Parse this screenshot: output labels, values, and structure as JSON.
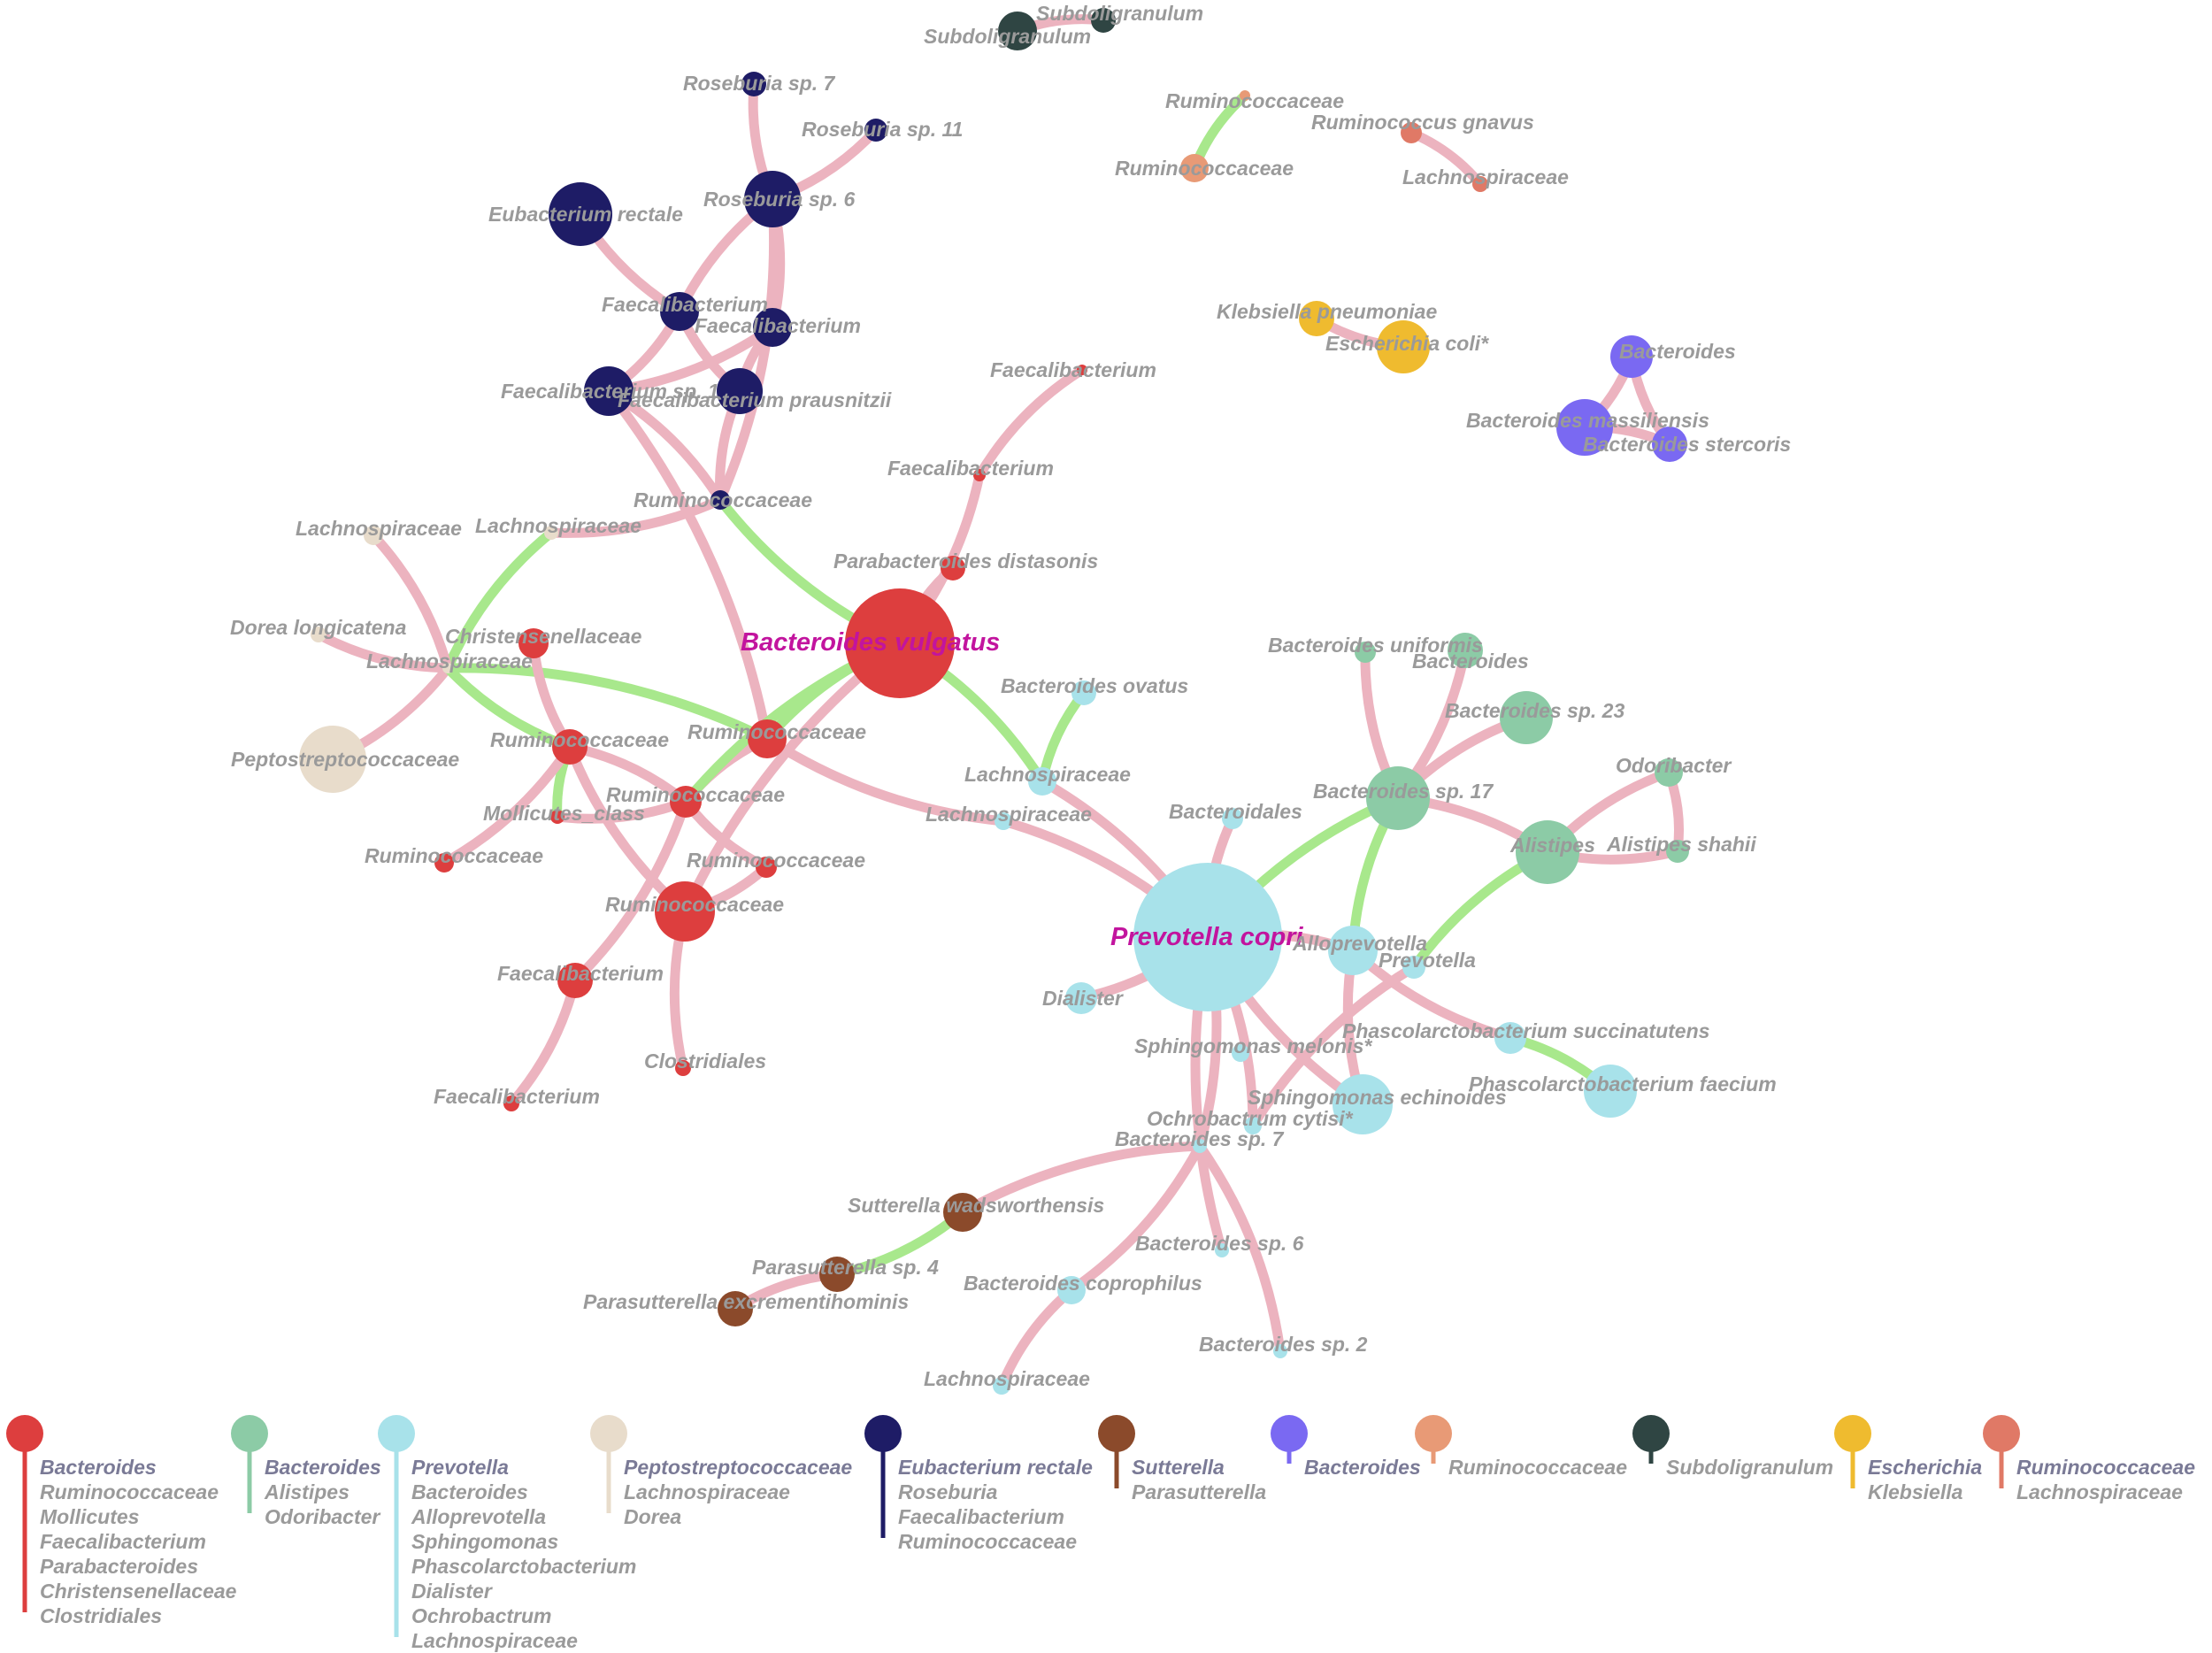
{
  "colors": {
    "red": "#dd3e3e",
    "green": "#8ccba6",
    "cyan": "#a8e2ea",
    "beige": "#e8dccb",
    "navy": "#1e1c66",
    "brown": "#8b4a2b",
    "purple": "#7a69f2",
    "salmon": "#e89a76",
    "darkslate": "#2f4543",
    "yellow": "#efbb2f",
    "coral": "#e07966",
    "edge_pink": "#ecb3bf",
    "edge_green": "#a8e88c",
    "hub_label": "#c2149e"
  },
  "nodes": [
    {
      "id": "bv",
      "label": "Bacteroides vulgatus",
      "group": "red",
      "hub": true
    },
    {
      "id": "pc",
      "label": "Prevotella copri",
      "group": "cyan",
      "hub": true
    },
    {
      "id": "sub1",
      "label": "Subdoligranulum",
      "group": "darkslate"
    },
    {
      "id": "sub2",
      "label": "Subdoligranulum",
      "group": "darkslate"
    },
    {
      "id": "ros7",
      "label": "Roseburia sp. 7",
      "group": "navy"
    },
    {
      "id": "ros11",
      "label": "Roseburia sp. 11",
      "group": "navy"
    },
    {
      "id": "ros6",
      "label": "Roseburia sp. 6",
      "group": "navy"
    },
    {
      "id": "eubrec",
      "label": "Eubacterium rectale",
      "group": "navy"
    },
    {
      "id": "faec_n1",
      "label": "Faecalibacterium",
      "group": "navy"
    },
    {
      "id": "faec_n2",
      "label": "Faecalibacterium",
      "group": "navy"
    },
    {
      "id": "faecsp1",
      "label": "Faecalibacterium sp. 1",
      "group": "navy"
    },
    {
      "id": "fprau",
      "label": "Faecalibacterium prausnitzii",
      "group": "navy"
    },
    {
      "id": "rum_n",
      "label": "Ruminococcaceae",
      "group": "navy"
    },
    {
      "id": "rum_s1",
      "label": "Ruminococcaceae",
      "group": "salmon"
    },
    {
      "id": "rum_s2",
      "label": "Ruminococcaceae",
      "group": "salmon"
    },
    {
      "id": "rgnavus",
      "label": "Ruminococcus gnavus",
      "group": "coral"
    },
    {
      "id": "lach_c",
      "label": "Lachnospiraceae",
      "group": "coral"
    },
    {
      "id": "kpneu",
      "label": "Klebsiella pneumoniae",
      "group": "yellow"
    },
    {
      "id": "ecoli",
      "label": "Escherichia coli*",
      "group": "yellow"
    },
    {
      "id": "bac_p",
      "label": "Bacteroides",
      "group": "purple"
    },
    {
      "id": "bmass",
      "label": "Bacteroides massiliensis",
      "group": "purple"
    },
    {
      "id": "bster",
      "label": "Bacteroides stercoris",
      "group": "purple"
    },
    {
      "id": "faec_r1",
      "label": "Faecalibacterium",
      "group": "red"
    },
    {
      "id": "faec_r2",
      "label": "Faecalibacterium",
      "group": "red"
    },
    {
      "id": "pdist",
      "label": "Parabacteroides distasonis",
      "group": "red"
    },
    {
      "id": "lach_b1",
      "label": "Lachnospiraceae",
      "group": "beige"
    },
    {
      "id": "lach_b2",
      "label": "Lachnospiraceae",
      "group": "beige"
    },
    {
      "id": "dorea",
      "label": "Dorea longicatena",
      "group": "beige"
    },
    {
      "id": "christ",
      "label": "Christensenellaceae",
      "group": "red"
    },
    {
      "id": "lach_b3",
      "label": "Lachnospiraceae",
      "group": "beige"
    },
    {
      "id": "pepto",
      "label": "Peptostreptococcaceae",
      "group": "beige"
    },
    {
      "id": "rum_r1",
      "label": "Ruminococcaceae",
      "group": "red"
    },
    {
      "id": "rum_r2",
      "label": "Ruminococcaceae",
      "group": "red"
    },
    {
      "id": "rum_r3",
      "label": "Ruminococcaceae",
      "group": "red"
    },
    {
      "id": "moll",
      "label": "Mollicutes_class",
      "group": "red"
    },
    {
      "id": "rum_r4",
      "label": "Ruminococcaceae",
      "group": "red"
    },
    {
      "id": "rum_r5",
      "label": "Ruminococcaceae",
      "group": "red"
    },
    {
      "id": "rum_r6",
      "label": "Ruminococcaceae",
      "group": "red"
    },
    {
      "id": "faec_r3",
      "label": "Faecalibacterium",
      "group": "red"
    },
    {
      "id": "clostr",
      "label": "Clostridiales",
      "group": "red"
    },
    {
      "id": "faec_r4",
      "label": "Faecalibacterium",
      "group": "red"
    },
    {
      "id": "bovat",
      "label": "Bacteroides ovatus",
      "group": "cyan"
    },
    {
      "id": "lach_cy1",
      "label": "Lachnospiraceae",
      "group": "cyan"
    },
    {
      "id": "lach_cy2",
      "label": "Lachnospiraceae",
      "group": "cyan"
    },
    {
      "id": "bacles",
      "label": "Bacteroidales",
      "group": "cyan"
    },
    {
      "id": "bunif",
      "label": "Bacteroides uniformis",
      "group": "green"
    },
    {
      "id": "bac_g",
      "label": "Bacteroides",
      "group": "green"
    },
    {
      "id": "bsp23",
      "label": "Bacteroides sp. 23",
      "group": "green"
    },
    {
      "id": "bsp17",
      "label": "Bacteroides sp. 17",
      "group": "green"
    },
    {
      "id": "odori",
      "label": "Odoribacter",
      "group": "green"
    },
    {
      "id": "alist",
      "label": "Alistipes",
      "group": "green"
    },
    {
      "id": "ashahii",
      "label": "Alistipes shahii",
      "group": "green"
    },
    {
      "id": "allop",
      "label": "Alloprevotella",
      "group": "cyan"
    },
    {
      "id": "prev",
      "label": "Prevotella",
      "group": "cyan"
    },
    {
      "id": "dial",
      "label": "Dialister",
      "group": "cyan"
    },
    {
      "id": "psucc",
      "label": "Phascolarctobacterium succinatutens",
      "group": "cyan"
    },
    {
      "id": "smelo",
      "label": "Sphingomonas melonis*",
      "group": "cyan"
    },
    {
      "id": "pfaec",
      "label": "Phascolarctobacterium faecium",
      "group": "cyan"
    },
    {
      "id": "sechi",
      "label": "Sphingomonas echinoides",
      "group": "cyan"
    },
    {
      "id": "ocyt",
      "label": "Ochrobactrum cytisi*",
      "group": "cyan"
    },
    {
      "id": "bsp7",
      "label": "Bacteroides sp. 7",
      "group": "cyan"
    },
    {
      "id": "swads",
      "label": "Sutterella wadsworthensis",
      "group": "brown"
    },
    {
      "id": "bsp6",
      "label": "Bacteroides sp. 6",
      "group": "cyan"
    },
    {
      "id": "psp4",
      "label": "Parasutterella sp. 4",
      "group": "brown"
    },
    {
      "id": "bcopro",
      "label": "Bacteroides coprophilus",
      "group": "cyan"
    },
    {
      "id": "pexcr",
      "label": "Parasutterella excrementihominis",
      "group": "brown"
    },
    {
      "id": "bsp2",
      "label": "Bacteroides sp. 2",
      "group": "cyan"
    },
    {
      "id": "lach_cy3",
      "label": "Lachnospiraceae",
      "group": "cyan"
    }
  ],
  "edges": [
    {
      "from": "sub1",
      "to": "sub2",
      "type": "pink"
    },
    {
      "from": "rum_s1",
      "to": "rum_s2",
      "type": "green"
    },
    {
      "from": "rgnavus",
      "to": "lach_c",
      "type": "pink"
    },
    {
      "from": "kpneu",
      "to": "ecoli",
      "type": "pink"
    },
    {
      "from": "bac_p",
      "to": "bmass",
      "type": "pink"
    },
    {
      "from": "bac_p",
      "to": "bster",
      "type": "pink"
    },
    {
      "from": "bmass",
      "to": "bster",
      "type": "pink"
    },
    {
      "from": "ros7",
      "to": "ros6",
      "type": "pink"
    },
    {
      "from": "ros11",
      "to": "ros6",
      "type": "pink"
    },
    {
      "from": "ros6",
      "to": "faec_n1",
      "type": "pink"
    },
    {
      "from": "ros6",
      "to": "faec_n2",
      "type": "pink"
    },
    {
      "from": "eubrec",
      "to": "faec_n1",
      "type": "pink"
    },
    {
      "from": "faec_n1",
      "to": "faecsp1",
      "type": "pink"
    },
    {
      "from": "faec_n1",
      "to": "fprau",
      "type": "pink"
    },
    {
      "from": "faec_n2",
      "to": "faecsp1",
      "type": "pink"
    },
    {
      "from": "faec_n2",
      "to": "fprau",
      "type": "pink"
    },
    {
      "from": "faecsp1",
      "to": "rum_n",
      "type": "pink"
    },
    {
      "from": "fprau",
      "to": "rum_n",
      "type": "pink"
    },
    {
      "from": "ros6",
      "to": "rum_n",
      "type": "pink"
    },
    {
      "from": "rum_n",
      "to": "bv",
      "type": "green"
    },
    {
      "from": "faecsp1",
      "to": "rum_r2",
      "type": "pink"
    },
    {
      "from": "faec_r1",
      "to": "faec_r2",
      "type": "pink"
    },
    {
      "from": "faec_r2",
      "to": "bv",
      "type": "pink"
    },
    {
      "from": "pdist",
      "to": "bv",
      "type": "pink"
    },
    {
      "from": "rum_n",
      "to": "lach_b2",
      "type": "pink"
    },
    {
      "from": "lach_b2",
      "to": "lach_b3",
      "type": "green"
    },
    {
      "from": "lach_b1",
      "to": "lach_b3",
      "type": "pink"
    },
    {
      "from": "dorea",
      "to": "lach_b3",
      "type": "pink"
    },
    {
      "from": "lach_b3",
      "to": "pepto",
      "type": "pink"
    },
    {
      "from": "lach_b3",
      "to": "rum_r1",
      "type": "green"
    },
    {
      "from": "lach_b3",
      "to": "rum_r2",
      "type": "green"
    },
    {
      "from": "christ",
      "to": "rum_r1",
      "type": "pink"
    },
    {
      "from": "rum_r1",
      "to": "rum_r3",
      "type": "pink"
    },
    {
      "from": "rum_r1",
      "to": "moll",
      "type": "green"
    },
    {
      "from": "rum_r1",
      "to": "rum_r4",
      "type": "pink"
    },
    {
      "from": "rum_r1",
      "to": "rum_r6",
      "type": "pink"
    },
    {
      "from": "rum_r2",
      "to": "bv",
      "type": "green"
    },
    {
      "from": "rum_r2",
      "to": "rum_r3",
      "type": "pink"
    },
    {
      "from": "rum_r3",
      "to": "bv",
      "type": "green"
    },
    {
      "from": "rum_r3",
      "to": "rum_r5",
      "type": "pink"
    },
    {
      "from": "rum_r3",
      "to": "faec_r3",
      "type": "pink"
    },
    {
      "from": "rum_r6",
      "to": "rum_r5",
      "type": "pink"
    },
    {
      "from": "rum_r6",
      "to": "bv",
      "type": "pink"
    },
    {
      "from": "rum_r6",
      "to": "clostr",
      "type": "pink"
    },
    {
      "from": "faec_r3",
      "to": "faec_r4",
      "type": "pink"
    },
    {
      "from": "moll",
      "to": "rum_r3",
      "type": "pink"
    },
    {
      "from": "bv",
      "to": "lach_cy1",
      "type": "green"
    },
    {
      "from": "bovat",
      "to": "lach_cy1",
      "type": "green"
    },
    {
      "from": "lach_cy1",
      "to": "pc",
      "type": "pink"
    },
    {
      "from": "rum_r2",
      "to": "lach_cy2",
      "type": "pink"
    },
    {
      "from": "lach_cy2",
      "to": "pc",
      "type": "pink"
    },
    {
      "from": "bacles",
      "to": "pc",
      "type": "pink"
    },
    {
      "from": "pc",
      "to": "bsp17",
      "type": "green"
    },
    {
      "from": "bunif",
      "to": "bsp17",
      "type": "pink"
    },
    {
      "from": "bac_g",
      "to": "bsp17",
      "type": "pink"
    },
    {
      "from": "bsp23",
      "to": "bsp17",
      "type": "pink"
    },
    {
      "from": "bsp17",
      "to": "alist",
      "type": "pink"
    },
    {
      "from": "bsp17",
      "to": "allop",
      "type": "green"
    },
    {
      "from": "alist",
      "to": "odori",
      "type": "pink"
    },
    {
      "from": "alist",
      "to": "ashahii",
      "type": "pink"
    },
    {
      "from": "odori",
      "to": "ashahii",
      "type": "pink"
    },
    {
      "from": "alist",
      "to": "prev",
      "type": "green"
    },
    {
      "from": "pc",
      "to": "allop",
      "type": "pink"
    },
    {
      "from": "allop",
      "to": "psucc",
      "type": "pink"
    },
    {
      "from": "psucc",
      "to": "pfaec",
      "type": "green"
    },
    {
      "from": "allop",
      "to": "sechi",
      "type": "pink"
    },
    {
      "from": "pc",
      "to": "dial",
      "type": "pink"
    },
    {
      "from": "pc",
      "to": "sechi",
      "type": "pink"
    },
    {
      "from": "pc",
      "to": "ocyt",
      "type": "pink"
    },
    {
      "from": "prev",
      "to": "ocyt",
      "type": "pink"
    },
    {
      "from": "pc",
      "to": "bsp7",
      "type": "pink"
    },
    {
      "from": "bsp7",
      "to": "swads",
      "type": "pink"
    },
    {
      "from": "swads",
      "to": "psp4",
      "type": "green"
    },
    {
      "from": "psp4",
      "to": "pexcr",
      "type": "pink"
    },
    {
      "from": "bsp7",
      "to": "bcopro",
      "type": "pink"
    },
    {
      "from": "bcopro",
      "to": "lach_cy3",
      "type": "pink"
    },
    {
      "from": "bsp7",
      "to": "bsp2",
      "type": "pink"
    },
    {
      "from": "pc",
      "to": "bsp6",
      "type": "pink"
    }
  ],
  "legend": [
    {
      "color": "red",
      "items": [
        "Bacteroides",
        "Ruminococcaceae",
        "Mollicutes",
        "Faecalibacterium",
        "Parabacteroides",
        "Christensenellaceae",
        "Clostridiales"
      ]
    },
    {
      "color": "green",
      "items": [
        "Bacteroides",
        "Alistipes",
        "Odoribacter"
      ]
    },
    {
      "color": "cyan",
      "items": [
        "Prevotella",
        "Bacteroides",
        "Alloprevotella",
        "Sphingomonas",
        "Phascolarctobacterium",
        "Dialister",
        "Ochrobactrum",
        "Lachnospiraceae"
      ]
    },
    {
      "color": "beige",
      "items": [
        "Peptostreptococcaceae",
        "Lachnospiraceae",
        "Dorea"
      ]
    },
    {
      "color": "navy",
      "items": [
        "Eubacterium rectale",
        "Roseburia",
        "Faecalibacterium",
        "Ruminococcaceae"
      ]
    },
    {
      "color": "brown",
      "items": [
        "Sutterella",
        "Parasutterella"
      ]
    },
    {
      "color": "purple",
      "items": [
        "Bacteroides"
      ]
    },
    {
      "color": "salmon",
      "items": [
        "Ruminococcaceae"
      ]
    },
    {
      "color": "darkslate",
      "items": [
        "Subdoligranulum"
      ]
    },
    {
      "color": "yellow",
      "items": [
        "Escherichia",
        "Klebsiella"
      ]
    },
    {
      "color": "coral",
      "items": [
        "Ruminococcaceae",
        "Lachnospiraceae"
      ]
    }
  ]
}
